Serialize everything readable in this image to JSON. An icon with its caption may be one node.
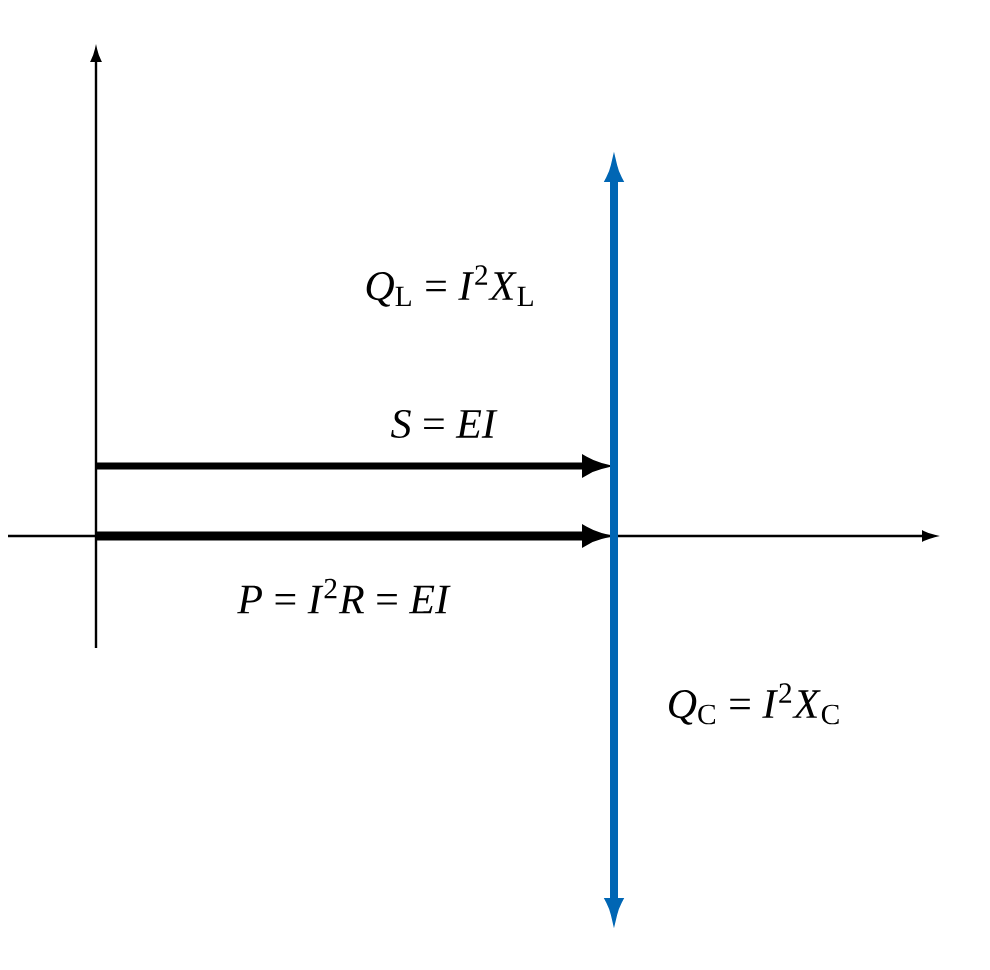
{
  "diagram": {
    "labels": [
      "*Q*$_{L}$ = *I*$^{2}$*X*$_{L}$",
      "*S* = *EI*",
      "*P* = *I*$^{2}$*R* = *EI*",
      "*Q*$_{C}$ = *I*$^{2}$*X*$_{C}$"
    ]
  }
}
